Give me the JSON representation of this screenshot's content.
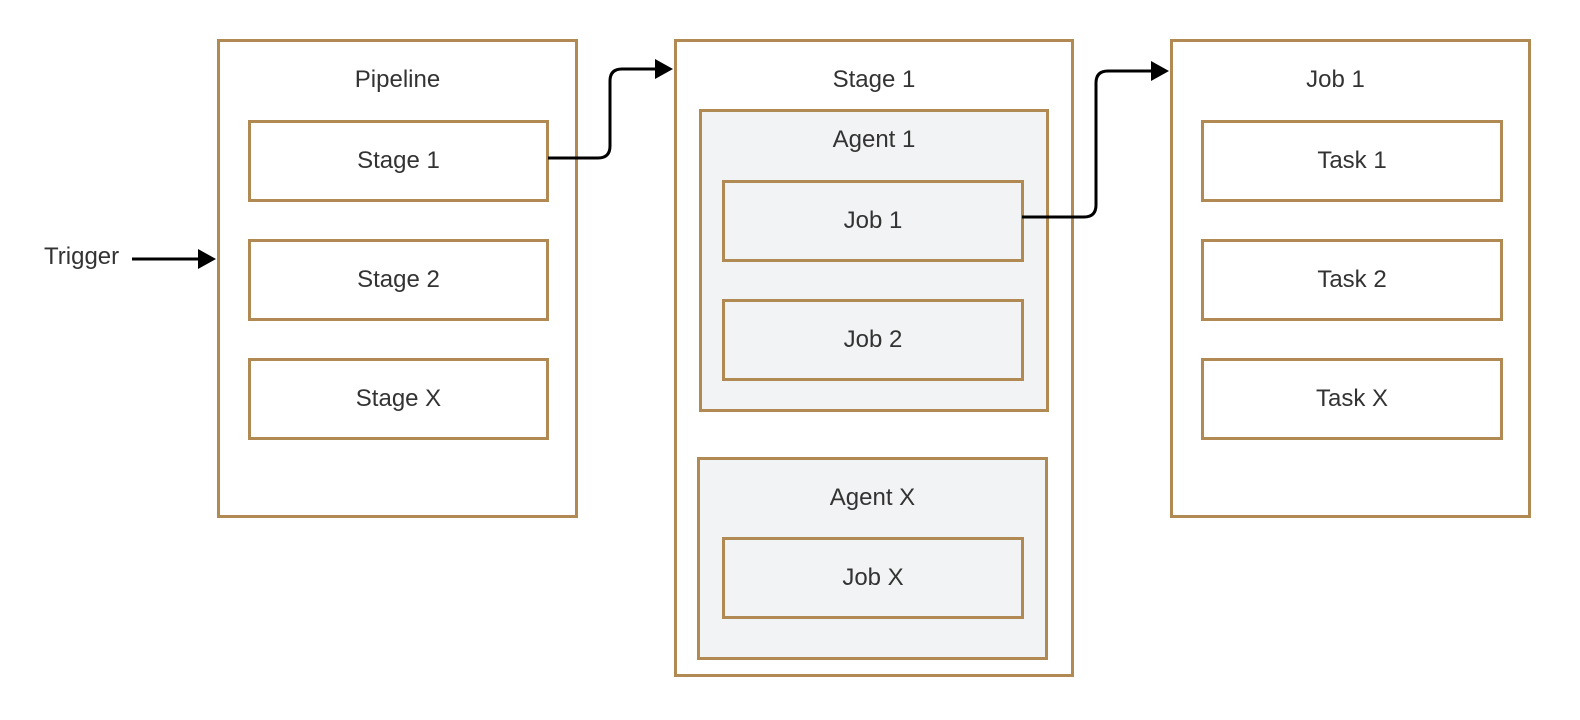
{
  "trigger": {
    "label": "Trigger"
  },
  "pipeline": {
    "title": "Pipeline",
    "stages": [
      "Stage 1",
      "Stage 2",
      "Stage X"
    ]
  },
  "stage_detail": {
    "title": "Stage 1",
    "agents": [
      {
        "title": "Agent 1",
        "jobs": [
          "Job 1",
          "Job 2"
        ]
      },
      {
        "title": "Agent X",
        "jobs": [
          "Job X"
        ]
      }
    ]
  },
  "job_detail": {
    "title": "Job 1",
    "tasks": [
      "Task 1",
      "Task 2",
      "Task X"
    ]
  },
  "colors": {
    "border": "#b08a52",
    "agent_fill": "#f2f3f4",
    "arrow": "#000000",
    "text": "#333333"
  }
}
